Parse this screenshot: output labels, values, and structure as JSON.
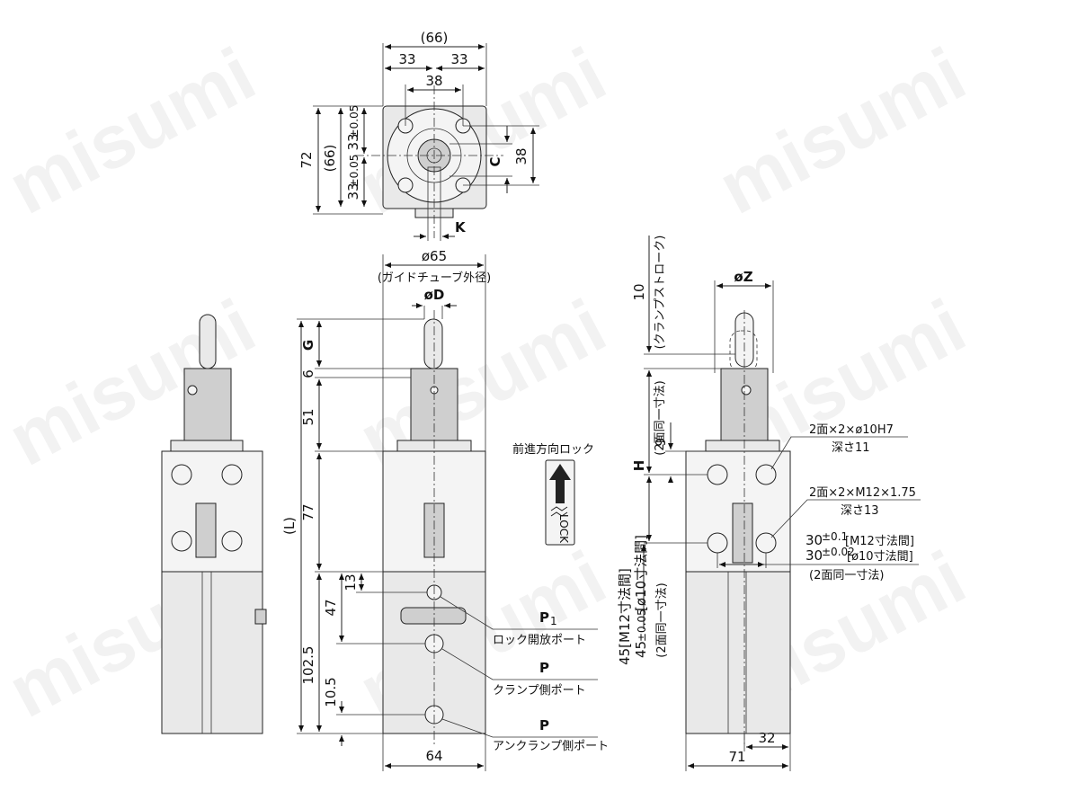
{
  "watermark": "misumi",
  "top_view": {
    "width_total": "(66)",
    "half_left": "33",
    "half_right": "33",
    "hole_pitch": "38",
    "height_72": "72",
    "height_66": "(66)",
    "half_top": "33",
    "half_top_tol": "±0.05",
    "half_bottom": "33",
    "half_bottom_tol": "±0.05",
    "C": "C",
    "right_38": "38",
    "K": "K"
  },
  "front_view": {
    "guide_dia": "ø65",
    "guide_note": "(ガイドチューブ外径)",
    "rod_dia": "øD",
    "G": "G",
    "d6": "6",
    "d51": "51",
    "L": "(L)",
    "d77": "77",
    "d13": "13",
    "d47": "47",
    "d102_5": "102.5",
    "d10_5": "10.5",
    "width_64": "64"
  },
  "ports": [
    {
      "code": "P",
      "sub": "1",
      "label": "ロック開放ポート"
    },
    {
      "code": "P",
      "sub": "",
      "label": "クランプ側ポート"
    },
    {
      "code": "P",
      "sub": "",
      "label": "アンクランプ側ポート"
    }
  ],
  "lock_note": {
    "title": "前進方向ロック",
    "badge": "LOCK"
  },
  "side_view": {
    "Z": "øZ",
    "stroke": "10",
    "stroke_note": "(クランプストローク)",
    "H": "H",
    "H_note": "(2面同一寸法)",
    "d9": "9",
    "hole1_line1": "2面×2×ø10H7",
    "hole1_line2": "深さ11",
    "hole2_line1": "2面×2×M12×1.75",
    "hole2_line2": "深さ13",
    "d30a": "30",
    "d30a_tol": "±0.1",
    "d30a_note": "[M12寸法間]",
    "d30b": "30",
    "d30b_tol": "±0.02",
    "d30b_note": "[ø10寸法間]",
    "same_note": "(2面同一寸法)",
    "d45a": "45[M12寸法間]",
    "d45b": "45",
    "d45b_tol": "±0.05",
    "d45b_note": "[ø10寸法間]",
    "d45_same": "(2面同一寸法)",
    "d32": "32",
    "d71": "71"
  }
}
